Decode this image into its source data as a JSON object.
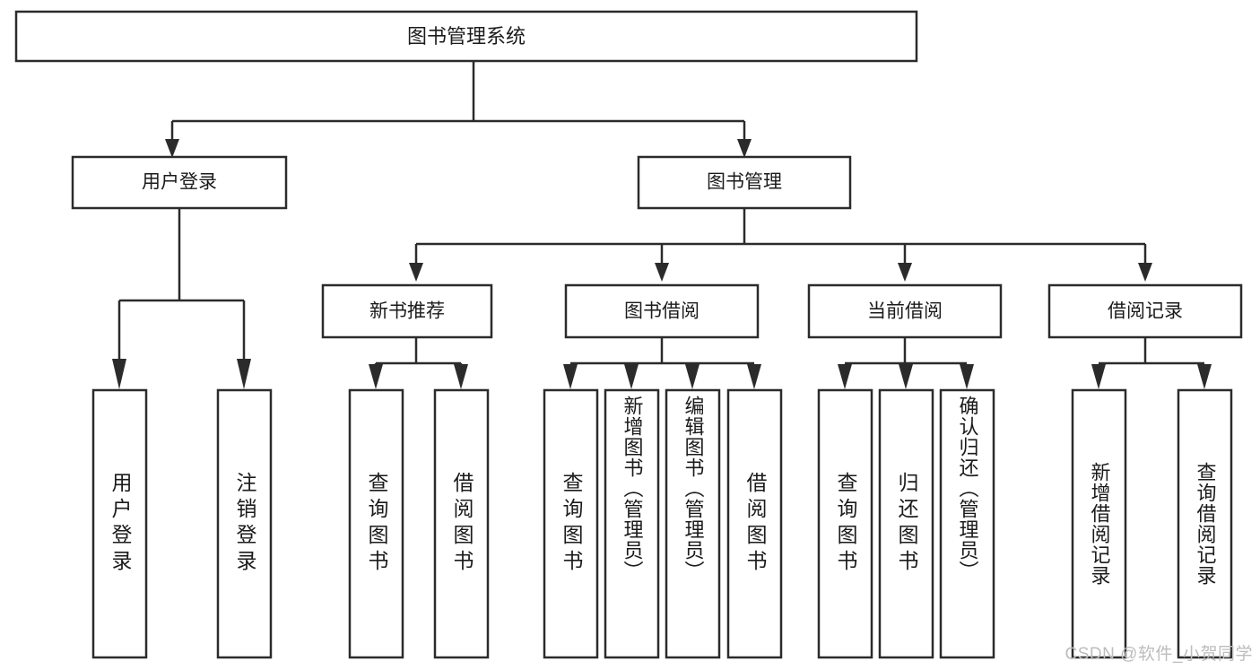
{
  "diagram": {
    "type": "tree-hierarchy",
    "title": "图书管理系统",
    "root": {
      "id": "root",
      "label": "图书管理系统"
    },
    "level2": [
      {
        "id": "user-login",
        "label": "用户登录"
      },
      {
        "id": "book-manage",
        "label": "图书管理"
      }
    ],
    "level3": [
      {
        "id": "new-book-recommend",
        "label": "新书推荐",
        "parent": "book-manage"
      },
      {
        "id": "book-borrow",
        "label": "图书借阅",
        "parent": "book-manage"
      },
      {
        "id": "current-borrow",
        "label": "当前借阅",
        "parent": "book-manage"
      },
      {
        "id": "borrow-record",
        "label": "借阅记录",
        "parent": "book-manage"
      }
    ],
    "leaves": [
      {
        "id": "leaf-user-login",
        "label": "用户登录",
        "parent": "user-login"
      },
      {
        "id": "leaf-user-logout",
        "label": "注销登录",
        "parent": "user-login"
      },
      {
        "id": "leaf-query-book-1",
        "label": "查询图书",
        "parent": "new-book-recommend"
      },
      {
        "id": "leaf-borrow-book-1",
        "label": "借阅图书",
        "parent": "new-book-recommend"
      },
      {
        "id": "leaf-query-book-2",
        "label": "查询图书",
        "parent": "book-borrow"
      },
      {
        "id": "leaf-add-book",
        "label": "新增图书（管理员）",
        "parent": "book-borrow"
      },
      {
        "id": "leaf-edit-book",
        "label": "编辑图书（管理员）",
        "parent": "book-borrow"
      },
      {
        "id": "leaf-borrow-book-2",
        "label": "借阅图书",
        "parent": "book-borrow"
      },
      {
        "id": "leaf-query-book-3",
        "label": "查询图书",
        "parent": "current-borrow"
      },
      {
        "id": "leaf-return-book",
        "label": "归还图书",
        "parent": "current-borrow"
      },
      {
        "id": "leaf-confirm-return",
        "label": "确认归还（管理员）",
        "parent": "current-borrow"
      },
      {
        "id": "leaf-add-record",
        "label": "新增借阅记录",
        "parent": "borrow-record"
      },
      {
        "id": "leaf-query-record",
        "label": "查询借阅记录",
        "parent": "borrow-record"
      }
    ],
    "colors": {
      "stroke": "#2b2b2b",
      "fill": "#ffffff",
      "text": "#1b1b1b",
      "watermark": "#bdbdbd"
    }
  },
  "watermark": {
    "text": "CSDN @软件_小贺同学"
  }
}
